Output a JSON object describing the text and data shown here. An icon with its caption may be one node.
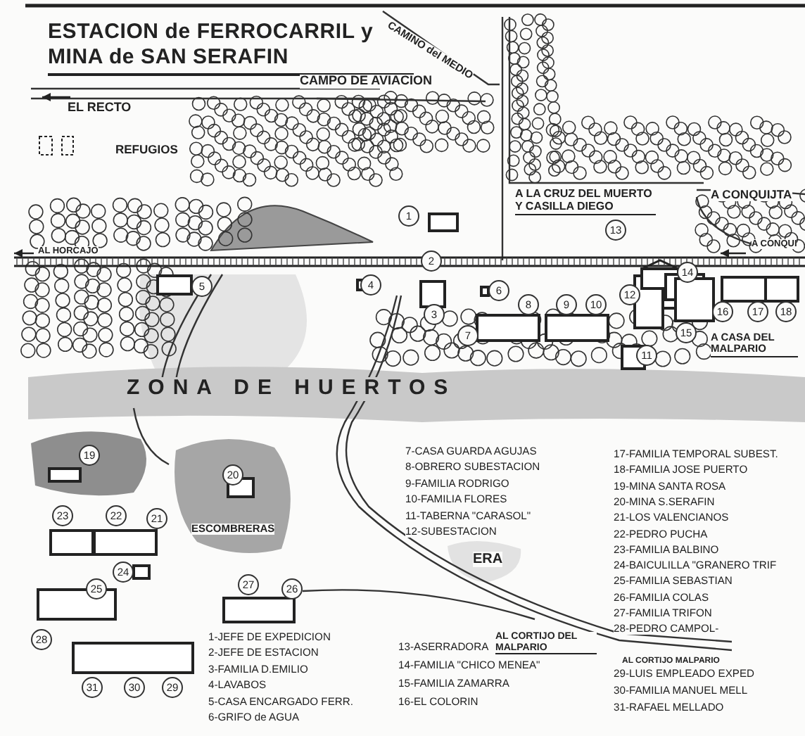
{
  "diagram": {
    "title": "ESTACION de FERROCARRIL y MINA de SAN SERAFIN",
    "labels": [
      "CAMINO del MEDIO",
      "CAMPO DE AVIACION",
      "EL RECTO",
      "REFUGIOS",
      "A LA CRUZ DEL MUERTO Y CASILLA DIEGO",
      "A CONQUIJTA",
      "AL HORCAJO",
      "A CONQUI",
      "A CASA DEL MALPARIO",
      "ZONA DE HUERTOS",
      "ESCOMBRERAS",
      "ERA",
      "AL CORTIJO DEL MALPARIO",
      "AL CORTIJO MALPARIO",
      "1",
      "2",
      "3",
      "4",
      "5",
      "6",
      "7",
      "8",
      "9",
      "10",
      "11",
      "12",
      "13",
      "14",
      "15",
      "16",
      "17",
      "18",
      "19",
      "20",
      "21",
      "22",
      "23",
      "24",
      "25",
      "26",
      "27",
      "28",
      "29",
      "30",
      "31",
      "1-JEFE DE EXPEDICION",
      "2-JEFE DE ESTACION",
      "3-FAMILIA D.EMILIO",
      "4-LAVABOS",
      "5-CASA ENCARGADO FERR.",
      "6-GRIFO de AGUA",
      "7-CASA GUARDA AGUJAS",
      "8-OBRERO SUBESTACION",
      "9-FAMILIA RODRIGO",
      "10-FAMILIA FLORES",
      "11-TABERNA \"CARASOL\"",
      "12-SUBESTACION",
      "13-ASERRADORA",
      "14-FAMILIA \"CHICO MENEA\"",
      "15-FAMILIA ZAMARRA",
      "16-EL COLORIN",
      "17-FAMILIA TEMPORAL SUBEST.",
      "18-FAMILIA JOSE PUERTO",
      "19-MINA SANTA ROSA",
      "20-MINA S.SERAFIN",
      "21-LOS VALENCIANOS",
      "22-PEDRO PUCHA",
      "23-FAMILIA BALBINO",
      "24-BAICULILLA \"GRANERO TRIF",
      "25-FAMILIA SEBASTIAN",
      "26-FAMILIA COLAS",
      "27-FAMILIA TRIFON",
      "28-PEDRO CAMPOL-",
      "29-LUIS EMPLEADO EXPED",
      "30-FAMILIA MANUEL MELL",
      "31-RAFAEL MELLADO"
    ]
  }
}
